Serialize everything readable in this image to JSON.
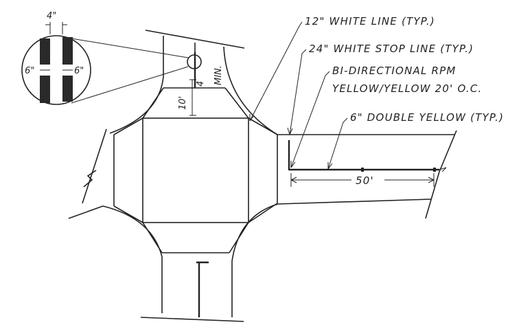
{
  "callouts": {
    "white_line": "12\" WHITE LINE (TYP.)",
    "stop_line": "24\" WHITE STOP LINE (TYP.)",
    "rpm_line1": "BI-DIRECTIONAL RPM",
    "rpm_line2": "YELLOW/YELLOW 20' O.C.",
    "double_yellow": "6\" DOUBLE YELLOW (TYP.)"
  },
  "dimensions": {
    "stripe_width": "4\"",
    "gap_left": "6\"",
    "gap_right": "6\"",
    "setback": "10'",
    "setback_min_value": "4",
    "setback_min_label": "MIN.",
    "taper_length": "50'"
  }
}
